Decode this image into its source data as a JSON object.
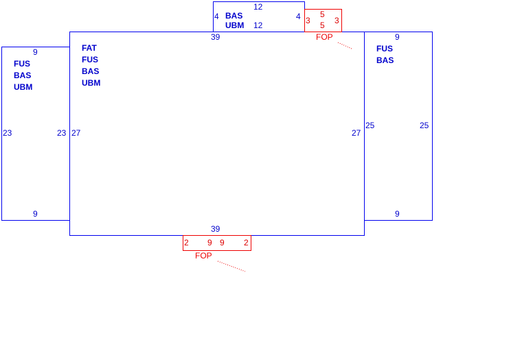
{
  "panels": {
    "main": {
      "labels": [
        "FAT",
        "FUS",
        "BAS",
        "UBM"
      ],
      "top": "39",
      "bottom": "39",
      "left": "27",
      "right": "27"
    },
    "left": {
      "labels": [
        "FUS",
        "BAS",
        "UBM"
      ],
      "top": "9",
      "bottom": "9",
      "left": "23",
      "right": "23"
    },
    "right": {
      "labels": [
        "FUS",
        "BAS"
      ],
      "top": "9",
      "bottom": "9",
      "left": "25",
      "right": "25"
    },
    "top": {
      "labels": [
        "BAS",
        "UBM"
      ],
      "top": "12",
      "bottom": "12",
      "left": "4",
      "right": "4"
    }
  },
  "openings": {
    "top_right": {
      "label": "FOP",
      "top": "5",
      "bottom": "5",
      "left": "3",
      "right": "3"
    },
    "bottom": {
      "label": "FOP",
      "top": "9",
      "bottom": "9",
      "left": "2",
      "right": "2"
    }
  },
  "colors": {
    "panel": "#0000ee",
    "opening": "#ee0000"
  }
}
